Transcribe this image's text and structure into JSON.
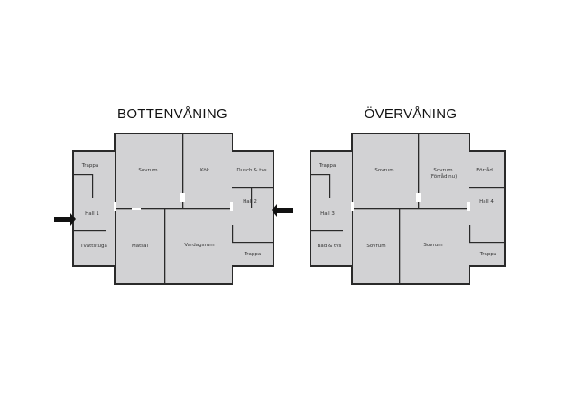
{
  "plans": [
    {
      "title": "BOTTENVÅNING",
      "rooms": [
        "Trappa",
        "Sovrum",
        "Kök",
        "Dusch & tvs",
        "Hall 1",
        "Hall 2",
        "Tvättstuga",
        "Matsal",
        "Vardagsrum",
        "Trappa"
      ]
    },
    {
      "title": "ÖVERVÅNING",
      "rooms": [
        "Trappa",
        "Sovrum",
        "Sovrum",
        "(Förråd nu)",
        "Förråd",
        "Hall 3",
        "Hall 4",
        "Bad & tvs",
        "Sovrum",
        "Sovrum",
        "Trappa"
      ]
    }
  ],
  "colors": {
    "room_fill": "#d2d2d4",
    "wall": "#2a2a2a",
    "arrow": "#111111"
  }
}
